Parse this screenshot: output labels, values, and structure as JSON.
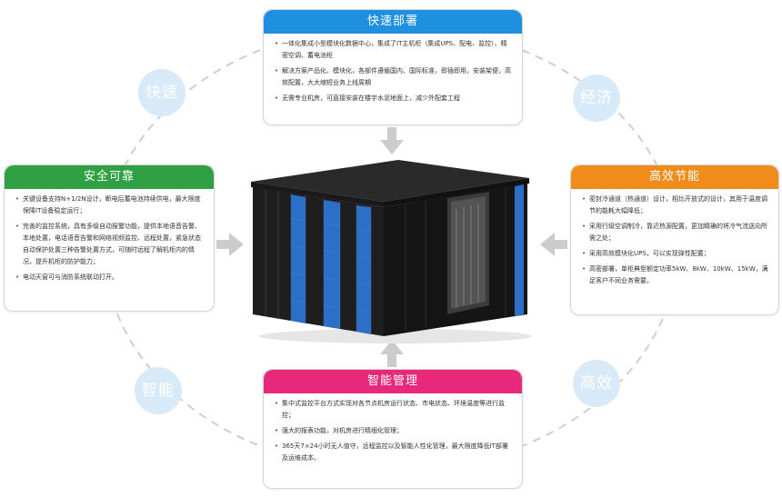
{
  "center_image": "server-rack-cabinet-illustration",
  "colors": {
    "top": "#1f8fe0",
    "left": "#2fa043",
    "right": "#f08c1c",
    "bottom": "#e8287a",
    "bubble": "#d8e9f7",
    "ring": "#cfcfcf",
    "arrow": "#cccccc"
  },
  "bubbles": {
    "top_left": "快速",
    "top_right": "经济",
    "bottom_left": "智能",
    "bottom_right": "高效"
  },
  "cards": {
    "top": {
      "title": "快速部署",
      "items": [
        "一体化集成小型模块化数据中心，集成了IT主机柜（集成UPS、配电、监控）、精密空调、蓄电池柜",
        "解决方案产品化、模块化，各部件遵循国内、国际标准，即插即用，安装架便，高效配置，大大缩短业务上线周期",
        "无需专业机房，可直接安装在楼宇水泥地面上，减少外配套工程"
      ]
    },
    "left": {
      "title": "安全可靠",
      "items": [
        "关键设备支持N+1/2N设计，断电后蓄电池持续供电，最大限度保障IT设备稳定运行；",
        "完善的监控系统，具有多级自动报警功能，提供本地语音告警、本地处置，电话语音告警和网络视频监控、远程处置，紧急状态自动保护处置三种告警处置方式，可随时远程了解机柜内的情况，提升机柜的防护能力；",
        "电动天窗可与消防系统联动打开。"
      ]
    },
    "right": {
      "title": "高效节能",
      "items": [
        "密封冷通道（热通道）设计，相比开放式的设计，其用于温度调节的能耗大幅降低；",
        "采用行级空调制冷，靠近热源配置，更加精确的将冷气流送向所需之处；",
        "采用高效模块化UPS，可以实现弹性配置；",
        "高密部署，单柜典型额定功率5kW、8kW、10kW、15kW，满足客户不同业务需要。"
      ]
    },
    "bottom": {
      "title": "智能管理",
      "items": [
        "集中式监控平台方式实现对各节点机房运行状态、市电状态、环境温度等进行监控；",
        "强大的报表功能，对机房进行精细化管理；",
        "365天7×24小时无人值守，远程监控以及智能人性化管理，最大限度降低IT部署及运维成本。"
      ]
    }
  }
}
